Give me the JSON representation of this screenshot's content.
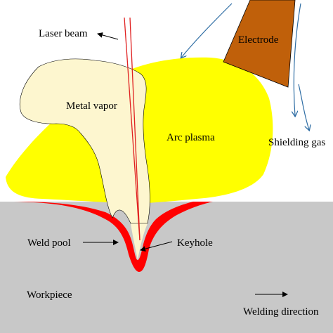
{
  "labels": {
    "laser_beam": "Laser beam",
    "electrode": "Electrode",
    "metal_vapor": "Metal vapor",
    "arc_plasma": "Arc plasma",
    "shielding_gas": "Shielding gas",
    "weld_pool": "Weld pool",
    "keyhole": "Keyhole",
    "workpiece": "Workpiece",
    "welding_direction": "Welding direction"
  },
  "colors": {
    "workpiece": "#c8c8c8",
    "arc_plasma": "#ffff00",
    "metal_vapor": "#fdf6cf",
    "weld_pool": "#ff0000",
    "electrode": "#c0600a",
    "laser_beam": "#e02020",
    "shielding_gas_arrow": "#2e6da4",
    "annotation_arrow": "#000000"
  }
}
